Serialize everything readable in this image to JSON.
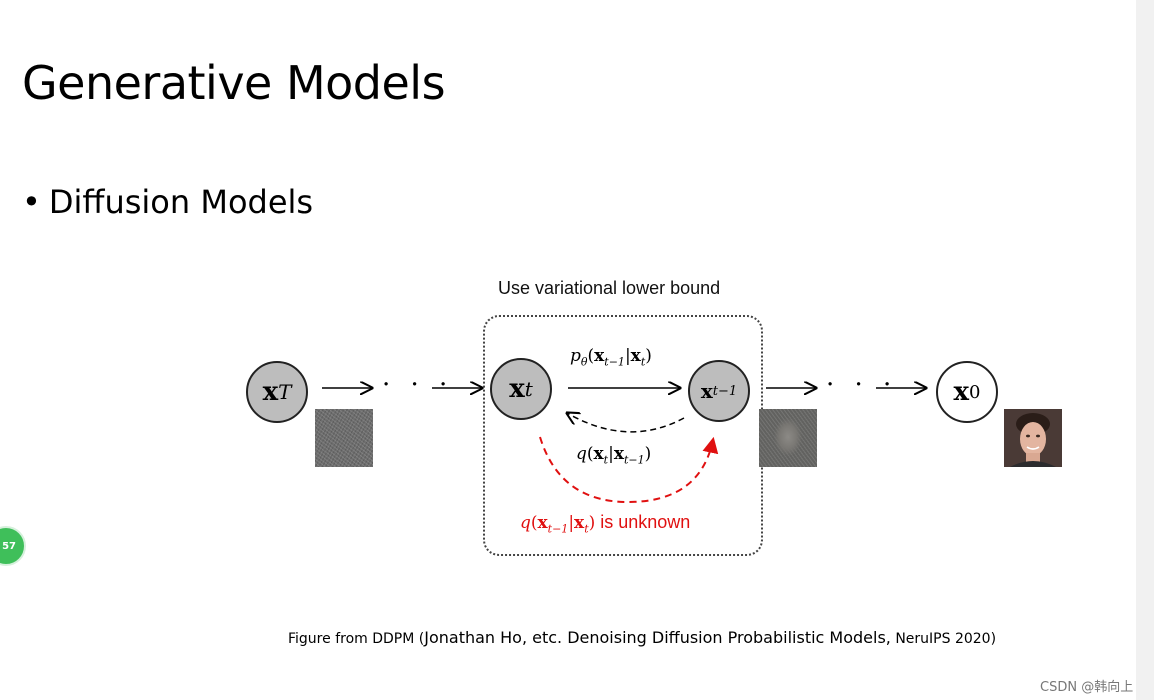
{
  "slide": {
    "title": "Generative Models",
    "bullet": "Diffusion Models"
  },
  "diagram": {
    "box_label": "Use variational lower bound",
    "nodes": [
      {
        "main": "x",
        "sub": "T",
        "fill": "grey"
      },
      {
        "main": "x",
        "sub": "t",
        "fill": "grey"
      },
      {
        "main": "x",
        "sub": "t−1",
        "fill": "grey"
      },
      {
        "main": "x",
        "sub": "0",
        "fill": "white"
      }
    ],
    "ellipsis": "· · ·",
    "reverse_label": {
      "fn": "p",
      "fn_sub": "θ",
      "a": "x",
      "a_sub": "t−1",
      "b": "x",
      "b_sub": "t"
    },
    "forward_label": {
      "fn": "q",
      "a": "x",
      "a_sub": "t",
      "b": "x",
      "b_sub": "t−1"
    },
    "unknown_label": {
      "fn": "q",
      "a": "x",
      "a_sub": "t−1",
      "b": "x",
      "b_sub": "t",
      "suffix": " is unknown"
    },
    "colors": {
      "node_grey": "#bdbdbd",
      "arrow": "#000000",
      "unknown": "#e01010"
    }
  },
  "caption": {
    "part1": "Figure from DDPM (",
    "part2": "Jonathan Ho, etc. Denoising Diffusion Probabilistic Models,",
    "part3": " NeruIPS 2020)"
  },
  "watermark": "CSDN @韩向上",
  "badge": "57"
}
